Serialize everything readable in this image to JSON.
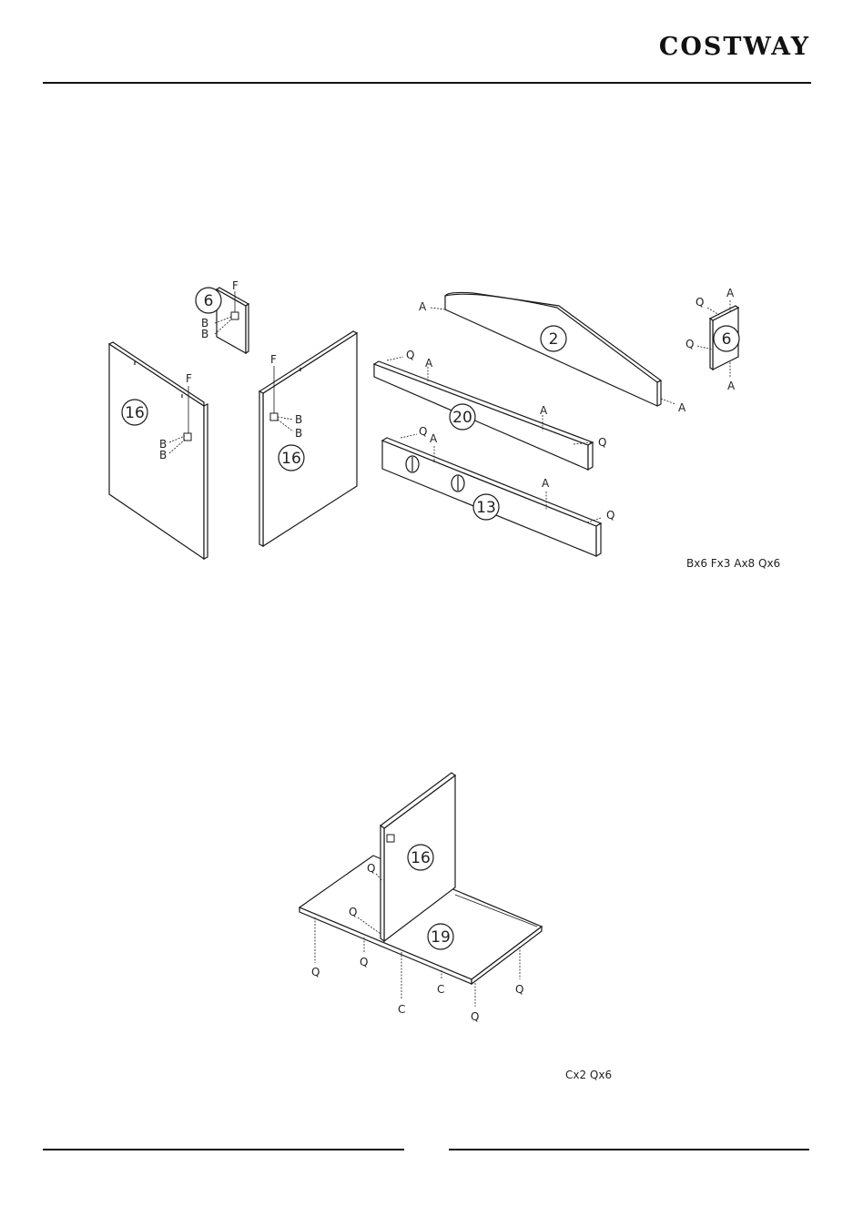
{
  "header": {
    "brand": "COSTWAY"
  },
  "step1": {
    "panels": [
      "16",
      "16",
      "6",
      "2",
      "20",
      "13",
      "6"
    ],
    "hardware": "Bx6 Fx3 Ax8  Qx6"
  },
  "step2": {
    "panels": [
      "16",
      "19"
    ],
    "hardware": "Cx2 Qx6"
  },
  "labels": {
    "A": "A",
    "B": "B",
    "C": "C",
    "F": "F",
    "Q": "Q"
  }
}
